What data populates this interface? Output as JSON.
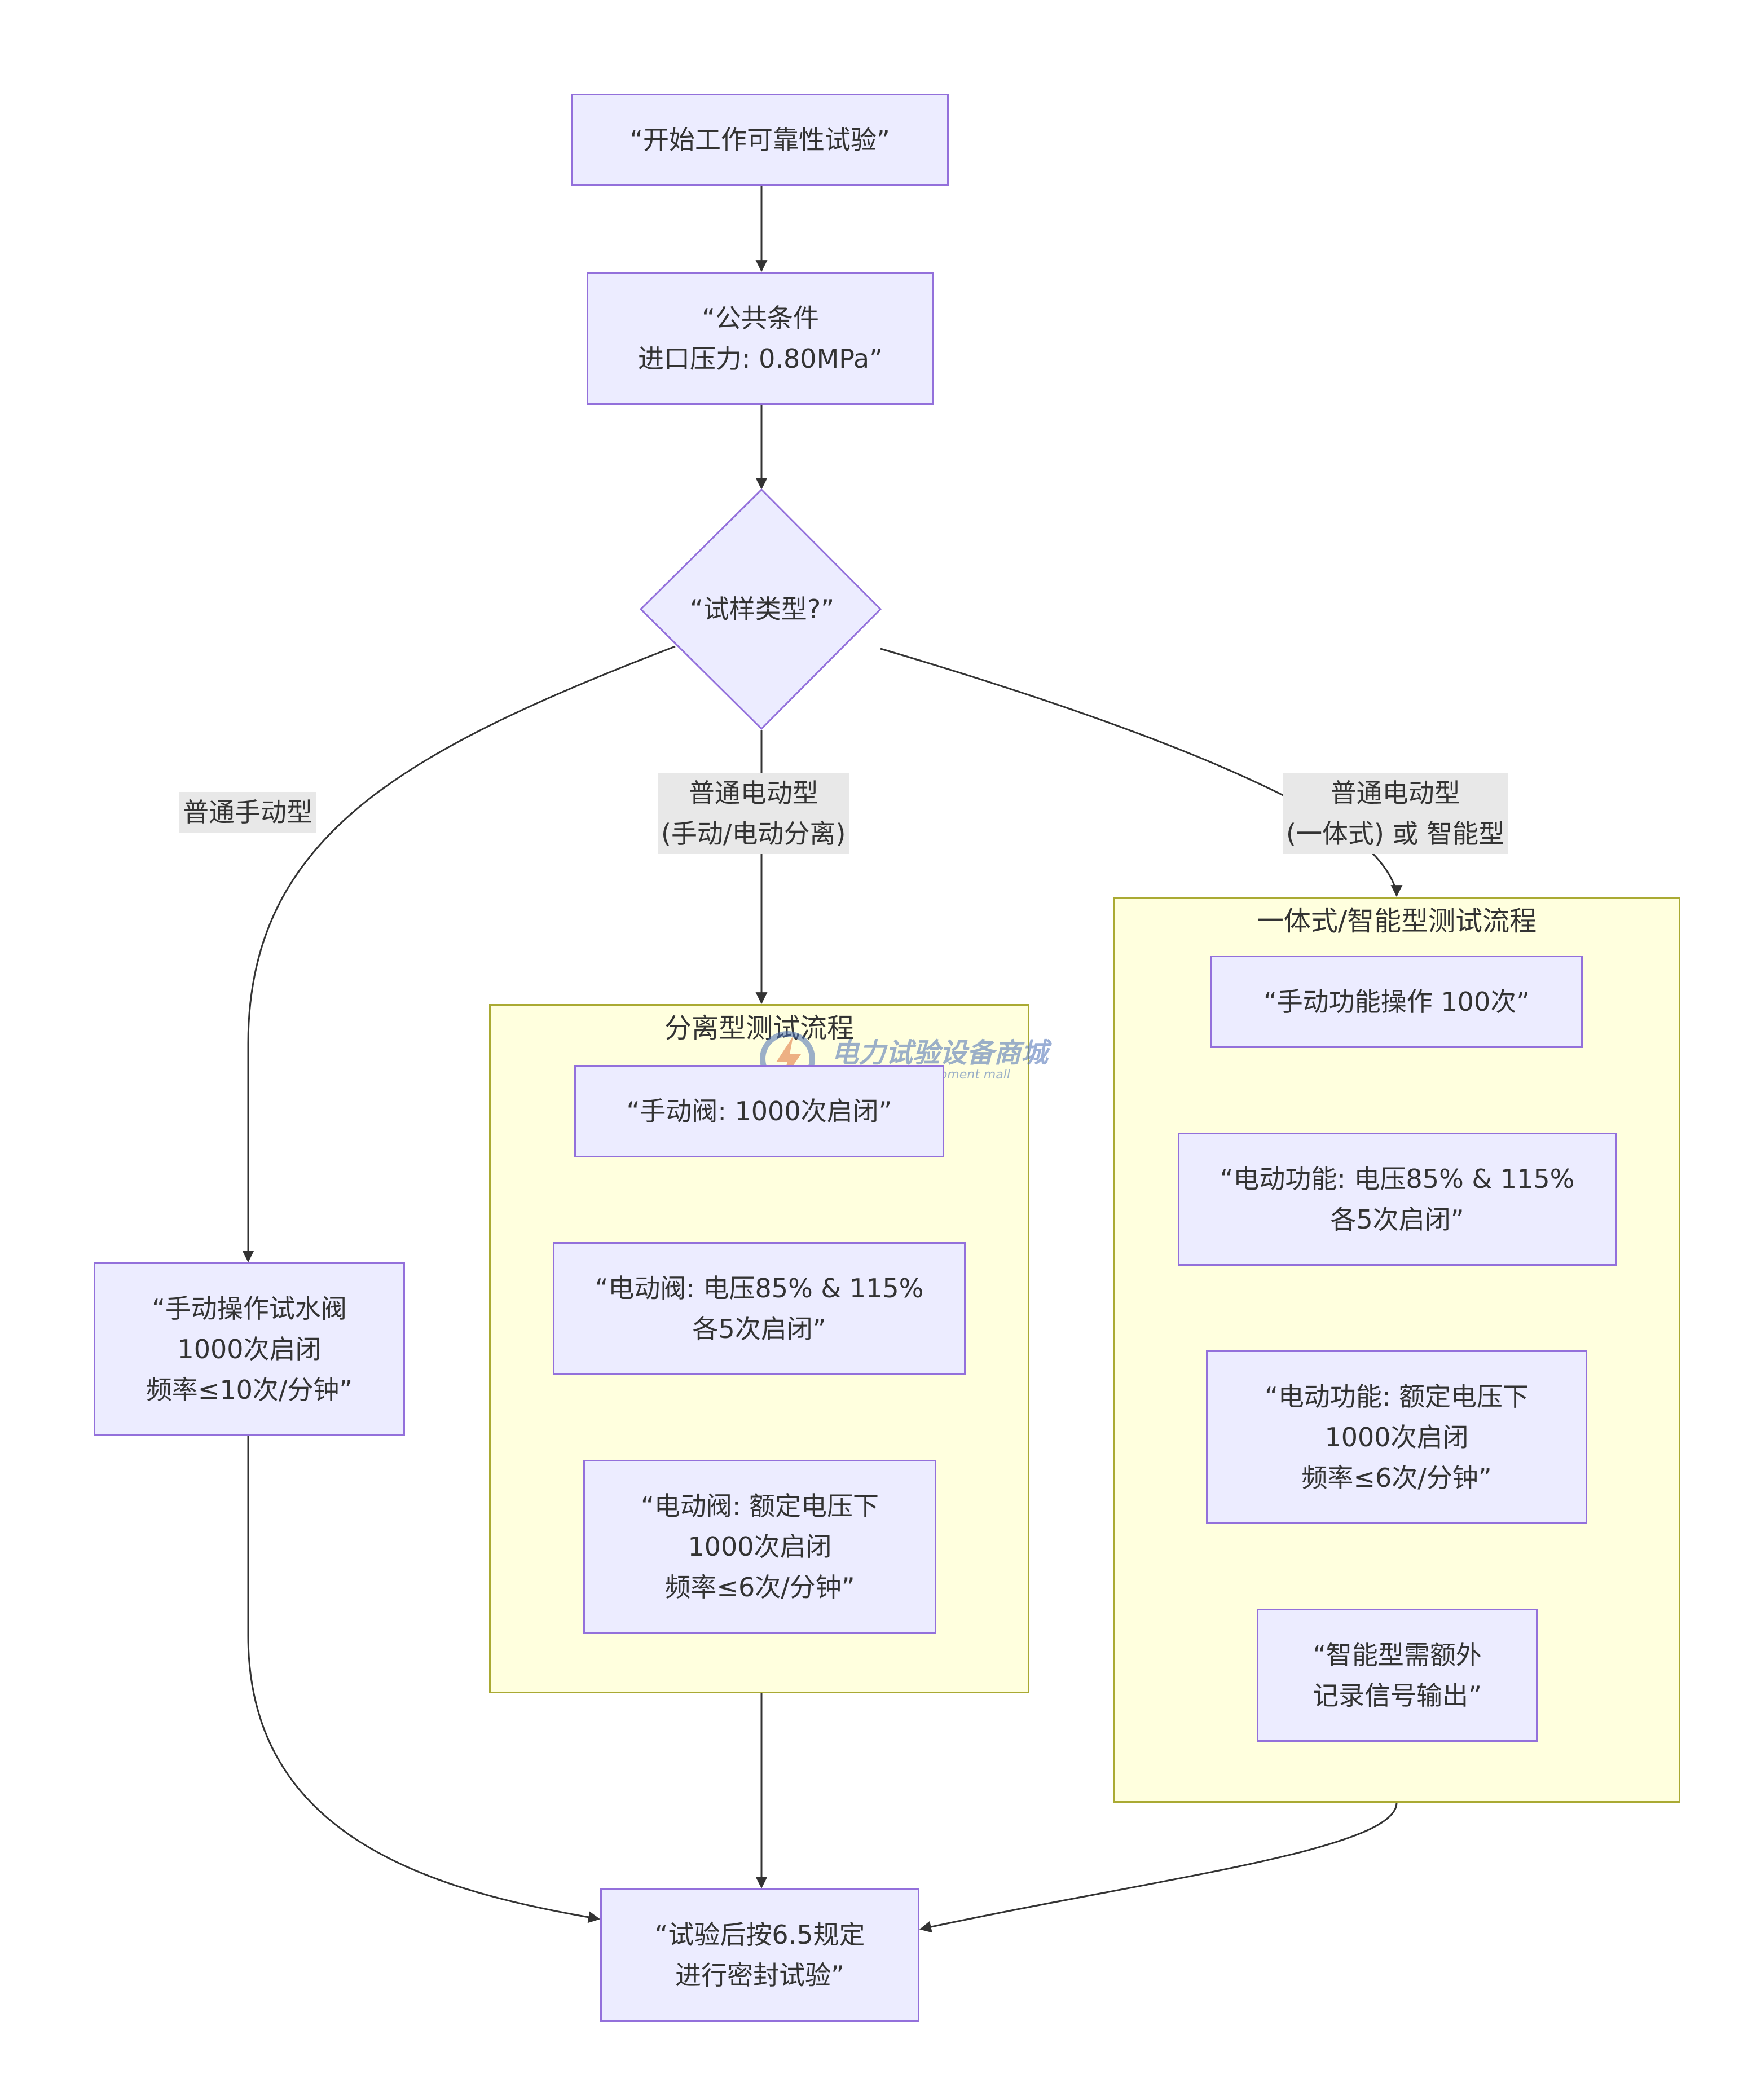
{
  "nodes": {
    "start": [
      "“开始工作可靠性试验”"
    ],
    "common": [
      "“公共条件",
      "进口压力: 0.80MPa”"
    ],
    "decision": "“试样类型?”",
    "manual": [
      "“手动操作试水阀",
      "1000次启闭",
      "频率≤10次/分钟”"
    ],
    "sep_manual": [
      "“手动阀: 1000次启闭”"
    ],
    "sep_voltage": [
      "“电动阀: 电压85% & 115%",
      "各5次启闭”"
    ],
    "sep_rated": [
      "“电动阀: 额定电压下",
      "1000次启闭",
      "频率≤6次/分钟”"
    ],
    "int_manual": [
      "“手动功能操作 100次”"
    ],
    "int_voltage": [
      "“电动功能: 电压85% & 115%",
      "各5次启闭”"
    ],
    "int_rated": [
      "“电动功能: 额定电压下",
      "1000次启闭",
      "频率≤6次/分钟”"
    ],
    "int_smart": [
      "“智能型需额外",
      "记录信号输出”"
    ],
    "end": [
      "“试验后按6.5规定",
      "进行密封试验”"
    ]
  },
  "edge_labels": {
    "manual": [
      "普通手动型"
    ],
    "separate": [
      "普通电动型",
      "(手动/电动分离)"
    ],
    "integrated": [
      "普通电动型",
      "(一体式) 或 智能型"
    ]
  },
  "clusters": {
    "separate_title": "分离型测试流程",
    "integrated_title": "一体式/智能型测试流程"
  },
  "watermark": {
    "cn": "电力试验设备商城",
    "en": "Electric test equipment mall"
  },
  "colors": {
    "node_fill": "#ECECFF",
    "node_stroke": "#9370DB",
    "cluster_fill": "#ffffde",
    "cluster_stroke": "#aaaa33",
    "edge": "#333333",
    "edge_label_bg": "#e8e8e8"
  }
}
